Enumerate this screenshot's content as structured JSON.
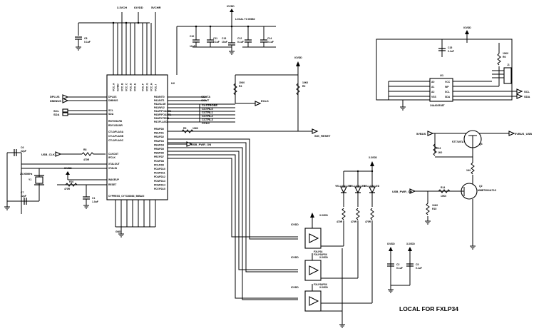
{
  "rails": {
    "r3v3": "3.3VCH",
    "ioc": "IOVDD",
    "r5v": "5VCHR",
    "local_vcc": "IOVDD",
    "ldo": "LOCAL TO 60882",
    "eeprom_vcc": "IOVDD",
    "pwr_sw": "IOVDD",
    "led_rail": "3.3VDD",
    "drv_rail": "3.3VDD",
    "bot_io": "IOVDD",
    "bot_3v3": "3.3VDD"
  },
  "chip": {
    "refdes": "U2",
    "part": "CYPRESS_CY7C68083_56BAXI",
    "top_pins": [
      "VCC_A",
      "IOVDD",
      "VCC_B",
      "VCC_C",
      "VCC_D",
      "VCC_E",
      "VCC_F",
      "VCC_G",
      "VCC_H",
      "VCC_I"
    ],
    "left_pins": [
      "DPLUS",
      "DMINUS",
      "SCL",
      "SDA",
      "RDY0/SLRD",
      "RDY1/SLWR",
      "CTL0/FLAGA",
      "CTL1/FLAGB",
      "CTL2/FLAGC",
      "CLKOUT",
      "IFCLK",
      "XTALOUT",
      "XTALIN",
      "WAKEUP",
      "RESET"
    ],
    "right_pins": [
      "PA0/INT0",
      "PA1/INT1",
      "PA2/SLOE",
      "PA3/WU2",
      "PA4/FIFOADR0",
      "PA5/FIFOADR1",
      "PA6/PKTEND",
      "PA7/FLAGD",
      "PB0/FD0",
      "PB1/FD1",
      "PB2/FD2",
      "PB3/FD3",
      "PB4/FD4",
      "PB5/FD5",
      "PB6/FD6",
      "PB7/FD7",
      "PD0/FD8",
      "PD1/FD9",
      "PD2/FD10",
      "PD3/FD11",
      "PD4/FD12",
      "PD5/FD13",
      "PD6/FD14",
      "PD7/FD15"
    ],
    "gnd": "GND"
  },
  "nets": {
    "dplus": "DPLUS",
    "dminus": "DMINUS",
    "scl": "SCL",
    "sda": "SDA",
    "usb_clk": "USB_CLK",
    "csata": "CSATA",
    "cout": "COUT",
    "eclk": "ECLK",
    "cstrobe": "CLSTROBE",
    "ctrl0": "CCTRL0",
    "ctrl1": "CCTRL1",
    "ctrl2": "CCTRL2",
    "ctrl3": "CCTRL3",
    "cclk": "CCLK",
    "sig_reset": "SIG_RESET",
    "usb_pwr_on": "USB_PWR_ON",
    "usb_pwr_on_2": "USB_PWR_ON",
    "scl_r": "SCL",
    "sda_r": "SDA",
    "vbus_in": "5VBUS",
    "vbus_out": "5VBUS_USB"
  },
  "components": {
    "c8": "C8",
    "c8v": "0.1uF",
    "c10": "C10",
    "c10v": "10uF",
    "c11": "C11",
    "c11v": "0.1uF",
    "c13": "C13",
    "c13v": "10uF",
    "c12": "C12",
    "c12v": "0.1uF",
    "c14": "C14",
    "c14v": "0.1uF",
    "r4": "R4",
    "r4v": "10K0",
    "r2": "R2",
    "r2v": "10K0",
    "r8": "R8",
    "r8v": "470R",
    "r10": "R10",
    "r10v": "470R",
    "r9": "R9",
    "r9v": "10K0",
    "c1": "C1",
    "c1v": "1.0uF",
    "y1": "Y1",
    "y1v": "24.000MHz",
    "c6": "C6",
    "c6v": "22pF",
    "c7": "C7",
    "c7v": "22pF",
    "u1": "U1",
    "u1v": "24AA02E48T",
    "r6": "R6",
    "r6v": "10K0",
    "c15": "C15",
    "c15v": "0.1uF",
    "j1": "J1",
    "q4": "Q4",
    "q4v": "FZT749TA",
    "q2": "Q2",
    "q2v": "MMBT3904LT1G",
    "r13": "R13",
    "r13v": "1K0",
    "r14": "R14",
    "r14v": "10K0",
    "r15": "R15",
    "r15v": "10K0",
    "r16": "R16",
    "r16v": "1K0",
    "d1": "YELLOW LED",
    "d2": "YELLOW LED",
    "d3": "YELLOW LED",
    "r17": "R17",
    "r17v": "470R",
    "r18": "R18",
    "r18v": "470R",
    "r19": "R19",
    "r19v": "470R",
    "u3": "FXLP34",
    "u4": "FXLP34P5X",
    "u5": "FXLP34P5X",
    "c2": "C2",
    "c2v": "0.1uF",
    "c5": "C5",
    "c5v": "0.1uF"
  },
  "eeprom_pins": [
    "A0",
    "A1",
    "A2",
    "VSS",
    "VCC",
    "WP",
    "SCL",
    "SDA"
  ],
  "note": "LOCAL FOR FXLP34"
}
